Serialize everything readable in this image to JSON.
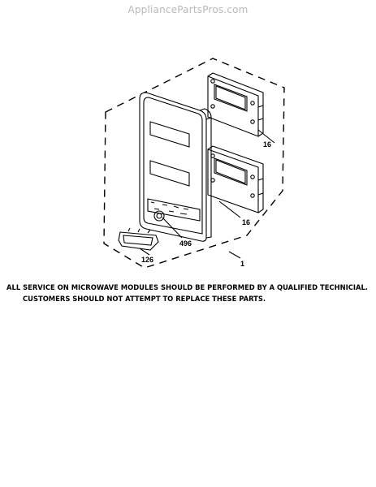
{
  "watermark": "AppliancePartsPros.com",
  "callouts": {
    "module_top": "16",
    "module_bottom": "16",
    "control_panel": "496",
    "door_latch_part": "126",
    "assembly": "1"
  },
  "notes": {
    "line1": "ALL SERVICE ON MICROWAVE MODULES SHOULD BE PERFORMED BY A QUALIFIED TECHNICIAL.",
    "line2": "CUSTOMERS SHOULD NOT ATTEMPT TO REPLACE THESE PARTS."
  },
  "colors": {
    "line": "#000000",
    "watermark": "#b9b9b9",
    "background": "#ffffff"
  }
}
